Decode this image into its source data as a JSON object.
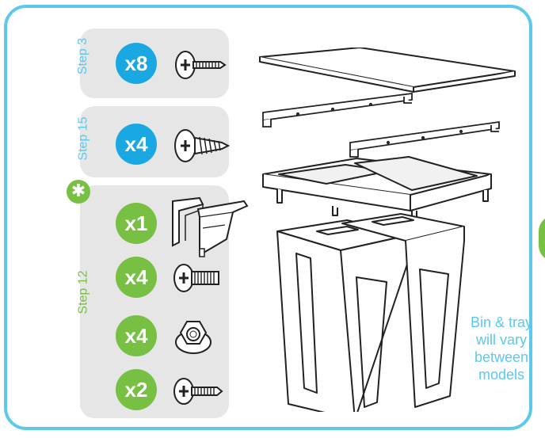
{
  "hardware": {
    "step3": {
      "step": "Step 3",
      "qty": "x8"
    },
    "step15": {
      "step": "Step 15",
      "qty": "x4"
    },
    "step12": {
      "step": "Step 12",
      "symbol": "✱",
      "items": [
        {
          "qty": "x1"
        },
        {
          "qty": "x4"
        },
        {
          "qty": "x4"
        },
        {
          "qty": "x2"
        }
      ]
    }
  },
  "note": {
    "lines": [
      "Bin & tray",
      "will vary",
      "between",
      "models"
    ]
  },
  "colors": {
    "frame": "#5bc8ec",
    "blue": "#1aa8e3",
    "green": "#77c043",
    "panel": "#e6e6e7"
  }
}
